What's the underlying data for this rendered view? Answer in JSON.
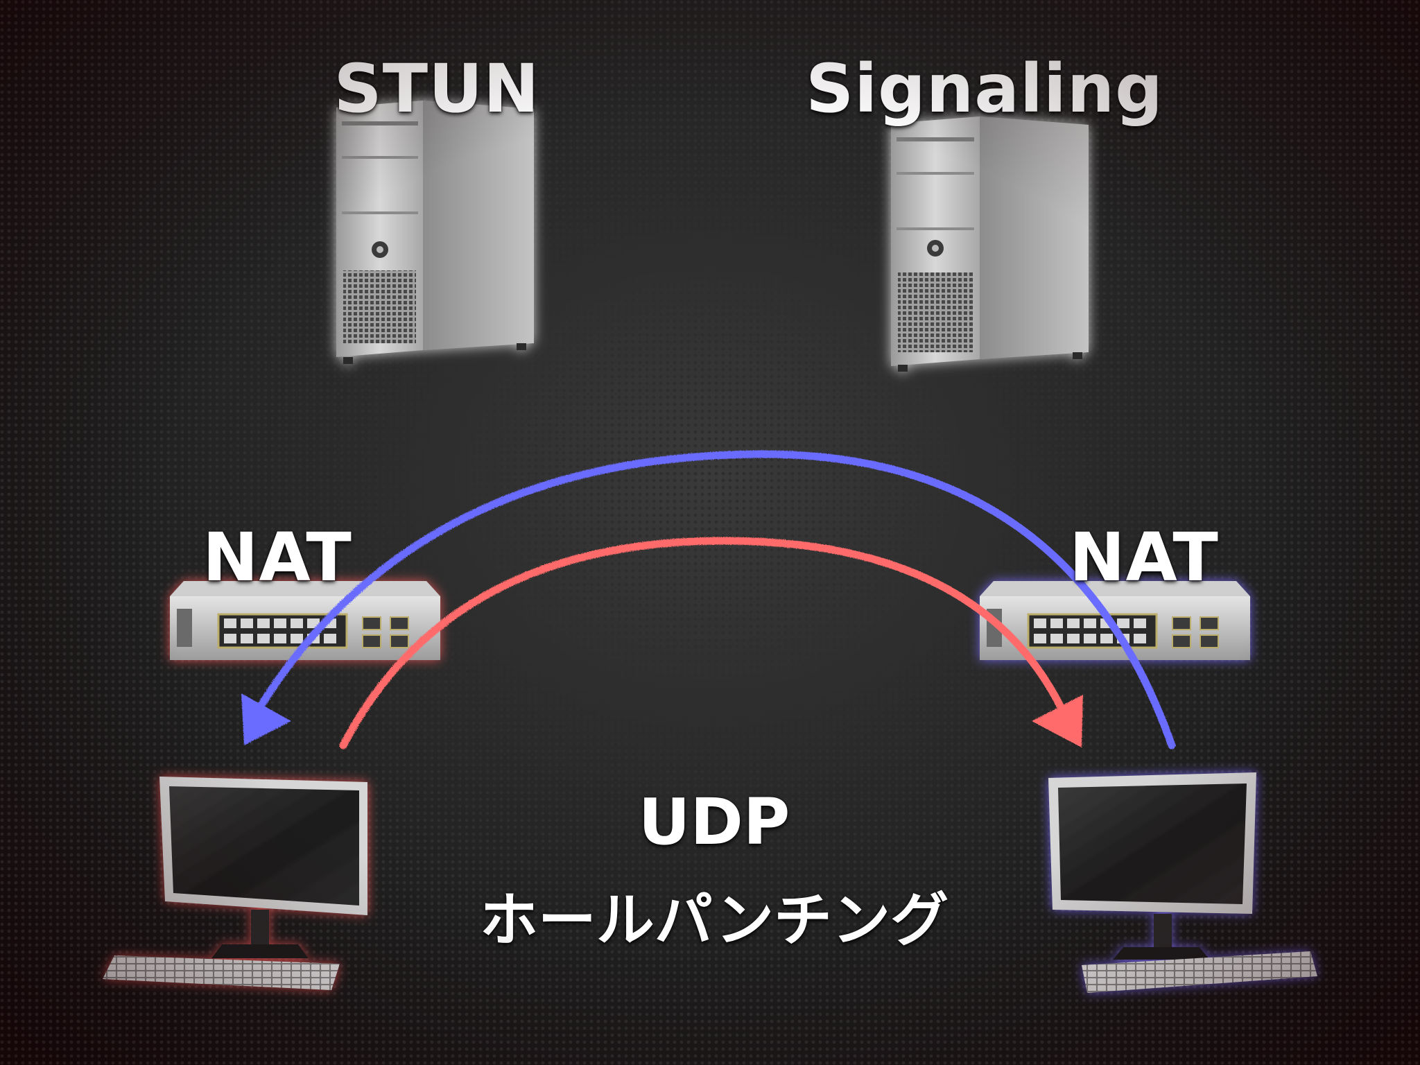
{
  "labels": {
    "stun": "STUN",
    "signaling": "Signaling",
    "nat_left": "NAT",
    "nat_right": "NAT",
    "udp": "UDP",
    "hole_punching": "ホールパンチング"
  },
  "colors": {
    "blue_arrow": "#6a6cff",
    "red_arrow": "#ff6a6a",
    "left_glow": "#ff5a5a",
    "right_glow": "#7a6cff",
    "server_glow": "#ffffff"
  },
  "icons": {
    "servers": [
      "server-tower-icon",
      "server-tower-icon"
    ],
    "nats": [
      "network-switch-icon",
      "network-switch-icon"
    ],
    "computers": [
      "desktop-computer-icon",
      "desktop-computer-icon"
    ]
  }
}
